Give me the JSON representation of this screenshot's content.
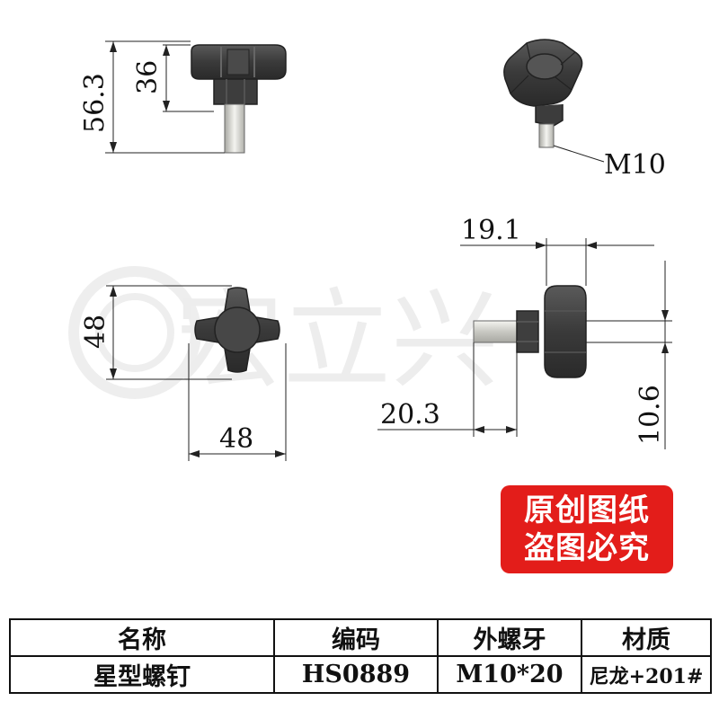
{
  "dimensions": {
    "side_overall_height": "56.3",
    "side_knob_height": "36",
    "thread_label": "M10",
    "top_height": "48",
    "top_width": "48",
    "front_knob_width": "19.1",
    "front_stud_length": "20.3",
    "front_stud_diameter": "10.6"
  },
  "watermark": "宏立兴",
  "stamp": {
    "line1": "原创图纸",
    "line2": "盗图必究"
  },
  "table": {
    "headers": [
      "名称",
      "编码",
      "外螺牙",
      "材质"
    ],
    "row": [
      "星型螺钉",
      "HS0889",
      "M10*20",
      "尼龙+201#"
    ]
  },
  "colors": {
    "part_dark": "#3b3b3b",
    "stud": "#d9d9d4",
    "stamp": "#e31d1a"
  }
}
